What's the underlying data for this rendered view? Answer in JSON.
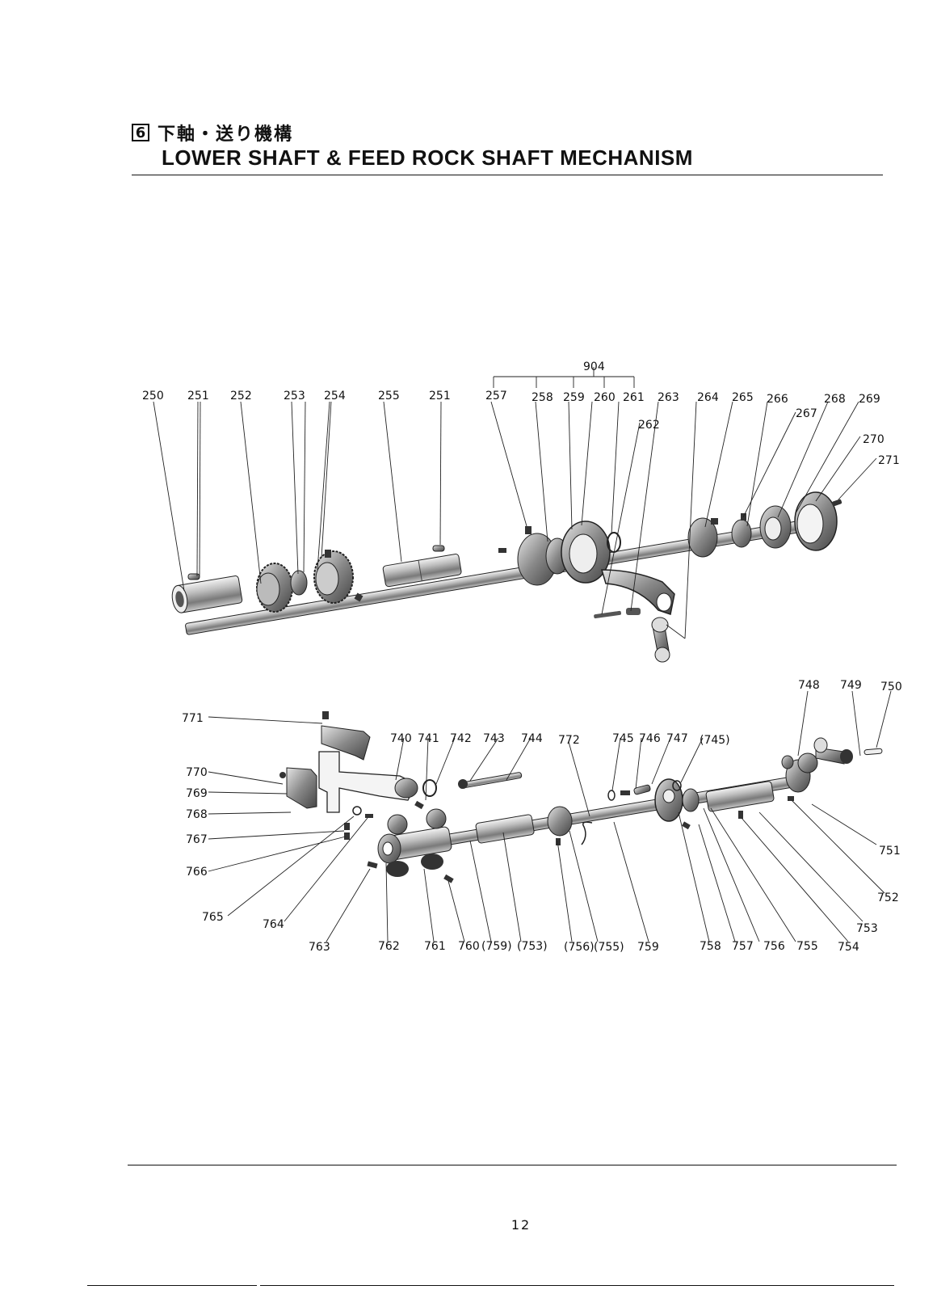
{
  "header": {
    "section_number": "6",
    "title_jp": "下軸・送り機構",
    "title_en": "LOWER SHAFT & FEED ROCK SHAFT MECHANISM"
  },
  "upper_labels": [
    "250",
    "251",
    "252",
    "253",
    "254",
    "255",
    "251",
    "257",
    "258",
    "259",
    "260",
    "261",
    "263",
    "264",
    "265",
    "266",
    "268",
    "269",
    "267",
    "270",
    "271",
    "262",
    "904"
  ],
  "lower_labels": [
    "748",
    "749",
    "750",
    "771",
    "740",
    "741",
    "742",
    "743",
    "744",
    "772",
    "745",
    "746",
    "747",
    "(745)",
    "770",
    "769",
    "768",
    "767",
    "766",
    "765",
    "764",
    "763",
    "762",
    "761",
    "760",
    "(759)",
    "(753)",
    "(756)",
    "(755)",
    "759",
    "758",
    "757",
    "756",
    "755",
    "754",
    "753",
    "752",
    "751"
  ],
  "page_number": "12"
}
